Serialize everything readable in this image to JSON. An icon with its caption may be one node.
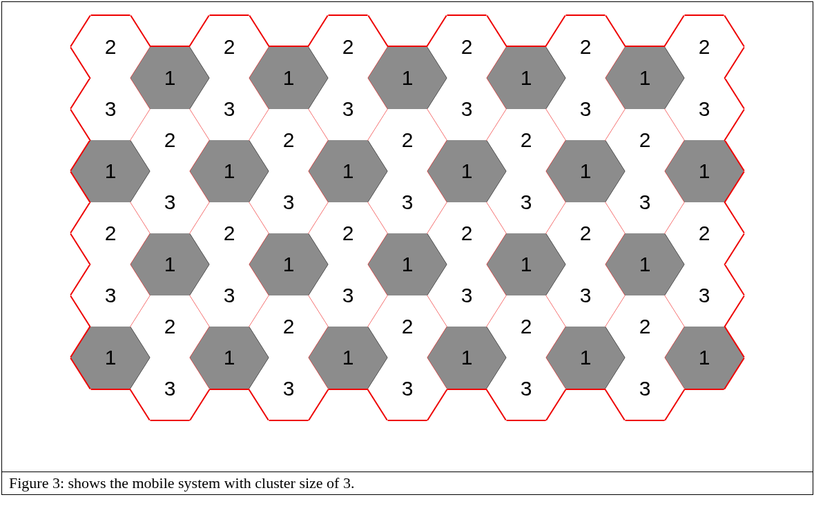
{
  "diagram": {
    "caption": "Figure 3: shows the mobile system with cluster size of 3.",
    "nodes": [
      {
        "text": [
          "2"
        ]
      },
      {
        "text": [
          "2"
        ]
      },
      {
        "text": [
          "2"
        ]
      },
      {
        "text": [
          "2"
        ]
      },
      {
        "text": [
          "2"
        ]
      },
      {
        "text": [
          "2"
        ]
      },
      {
        "text": [
          "1"
        ]
      },
      {
        "text": [
          "1"
        ]
      },
      {
        "text": [
          "1"
        ]
      },
      {
        "text": [
          "1"
        ]
      },
      {
        "text": [
          "1"
        ]
      },
      {
        "text": [
          "3"
        ]
      },
      {
        "text": [
          "3"
        ]
      },
      {
        "text": [
          "3"
        ]
      },
      {
        "text": [
          "3"
        ]
      },
      {
        "text": [
          "3"
        ]
      },
      {
        "text": [
          "3"
        ]
      },
      {
        "text": [
          "2"
        ]
      },
      {
        "text": [
          "2"
        ]
      },
      {
        "text": [
          "2"
        ]
      },
      {
        "text": [
          "2"
        ]
      },
      {
        "text": [
          "2"
        ]
      },
      {
        "text": [
          "1"
        ]
      },
      {
        "text": [
          "1"
        ]
      },
      {
        "text": [
          "1"
        ]
      },
      {
        "text": [
          "1"
        ]
      },
      {
        "text": [
          "1"
        ]
      },
      {
        "text": [
          "1"
        ]
      },
      {
        "text": [
          "3"
        ]
      },
      {
        "text": [
          "3"
        ]
      },
      {
        "text": [
          "3"
        ]
      },
      {
        "text": [
          "3"
        ]
      },
      {
        "text": [
          "3"
        ]
      },
      {
        "text": [
          "2"
        ]
      },
      {
        "text": [
          "2"
        ]
      },
      {
        "text": [
          "2"
        ]
      },
      {
        "text": [
          "2"
        ]
      },
      {
        "text": [
          "2"
        ]
      },
      {
        "text": [
          "2"
        ]
      },
      {
        "text": [
          "1"
        ]
      },
      {
        "text": [
          "1"
        ]
      },
      {
        "text": [
          "1"
        ]
      },
      {
        "text": [
          "1"
        ]
      },
      {
        "text": [
          "1"
        ]
      },
      {
        "text": [
          "3"
        ]
      },
      {
        "text": [
          "3"
        ]
      },
      {
        "text": [
          "3"
        ]
      },
      {
        "text": [
          "3"
        ]
      },
      {
        "text": [
          "3"
        ]
      },
      {
        "text": [
          "3"
        ]
      },
      {
        "text": [
          "2"
        ]
      },
      {
        "text": [
          "2"
        ]
      },
      {
        "text": [
          "2"
        ]
      },
      {
        "text": [
          "2"
        ]
      },
      {
        "text": [
          "2"
        ]
      },
      {
        "text": [
          "1"
        ]
      },
      {
        "text": [
          "1"
        ]
      },
      {
        "text": [
          "1"
        ]
      },
      {
        "text": [
          "1"
        ]
      },
      {
        "text": [
          "1"
        ]
      },
      {
        "text": [
          "1"
        ]
      },
      {
        "text": [
          "3"
        ]
      },
      {
        "text": [
          "3"
        ]
      },
      {
        "text": [
          "3"
        ]
      },
      {
        "text": [
          "3"
        ]
      },
      {
        "text": [
          "3"
        ]
      }
    ]
  }
}
